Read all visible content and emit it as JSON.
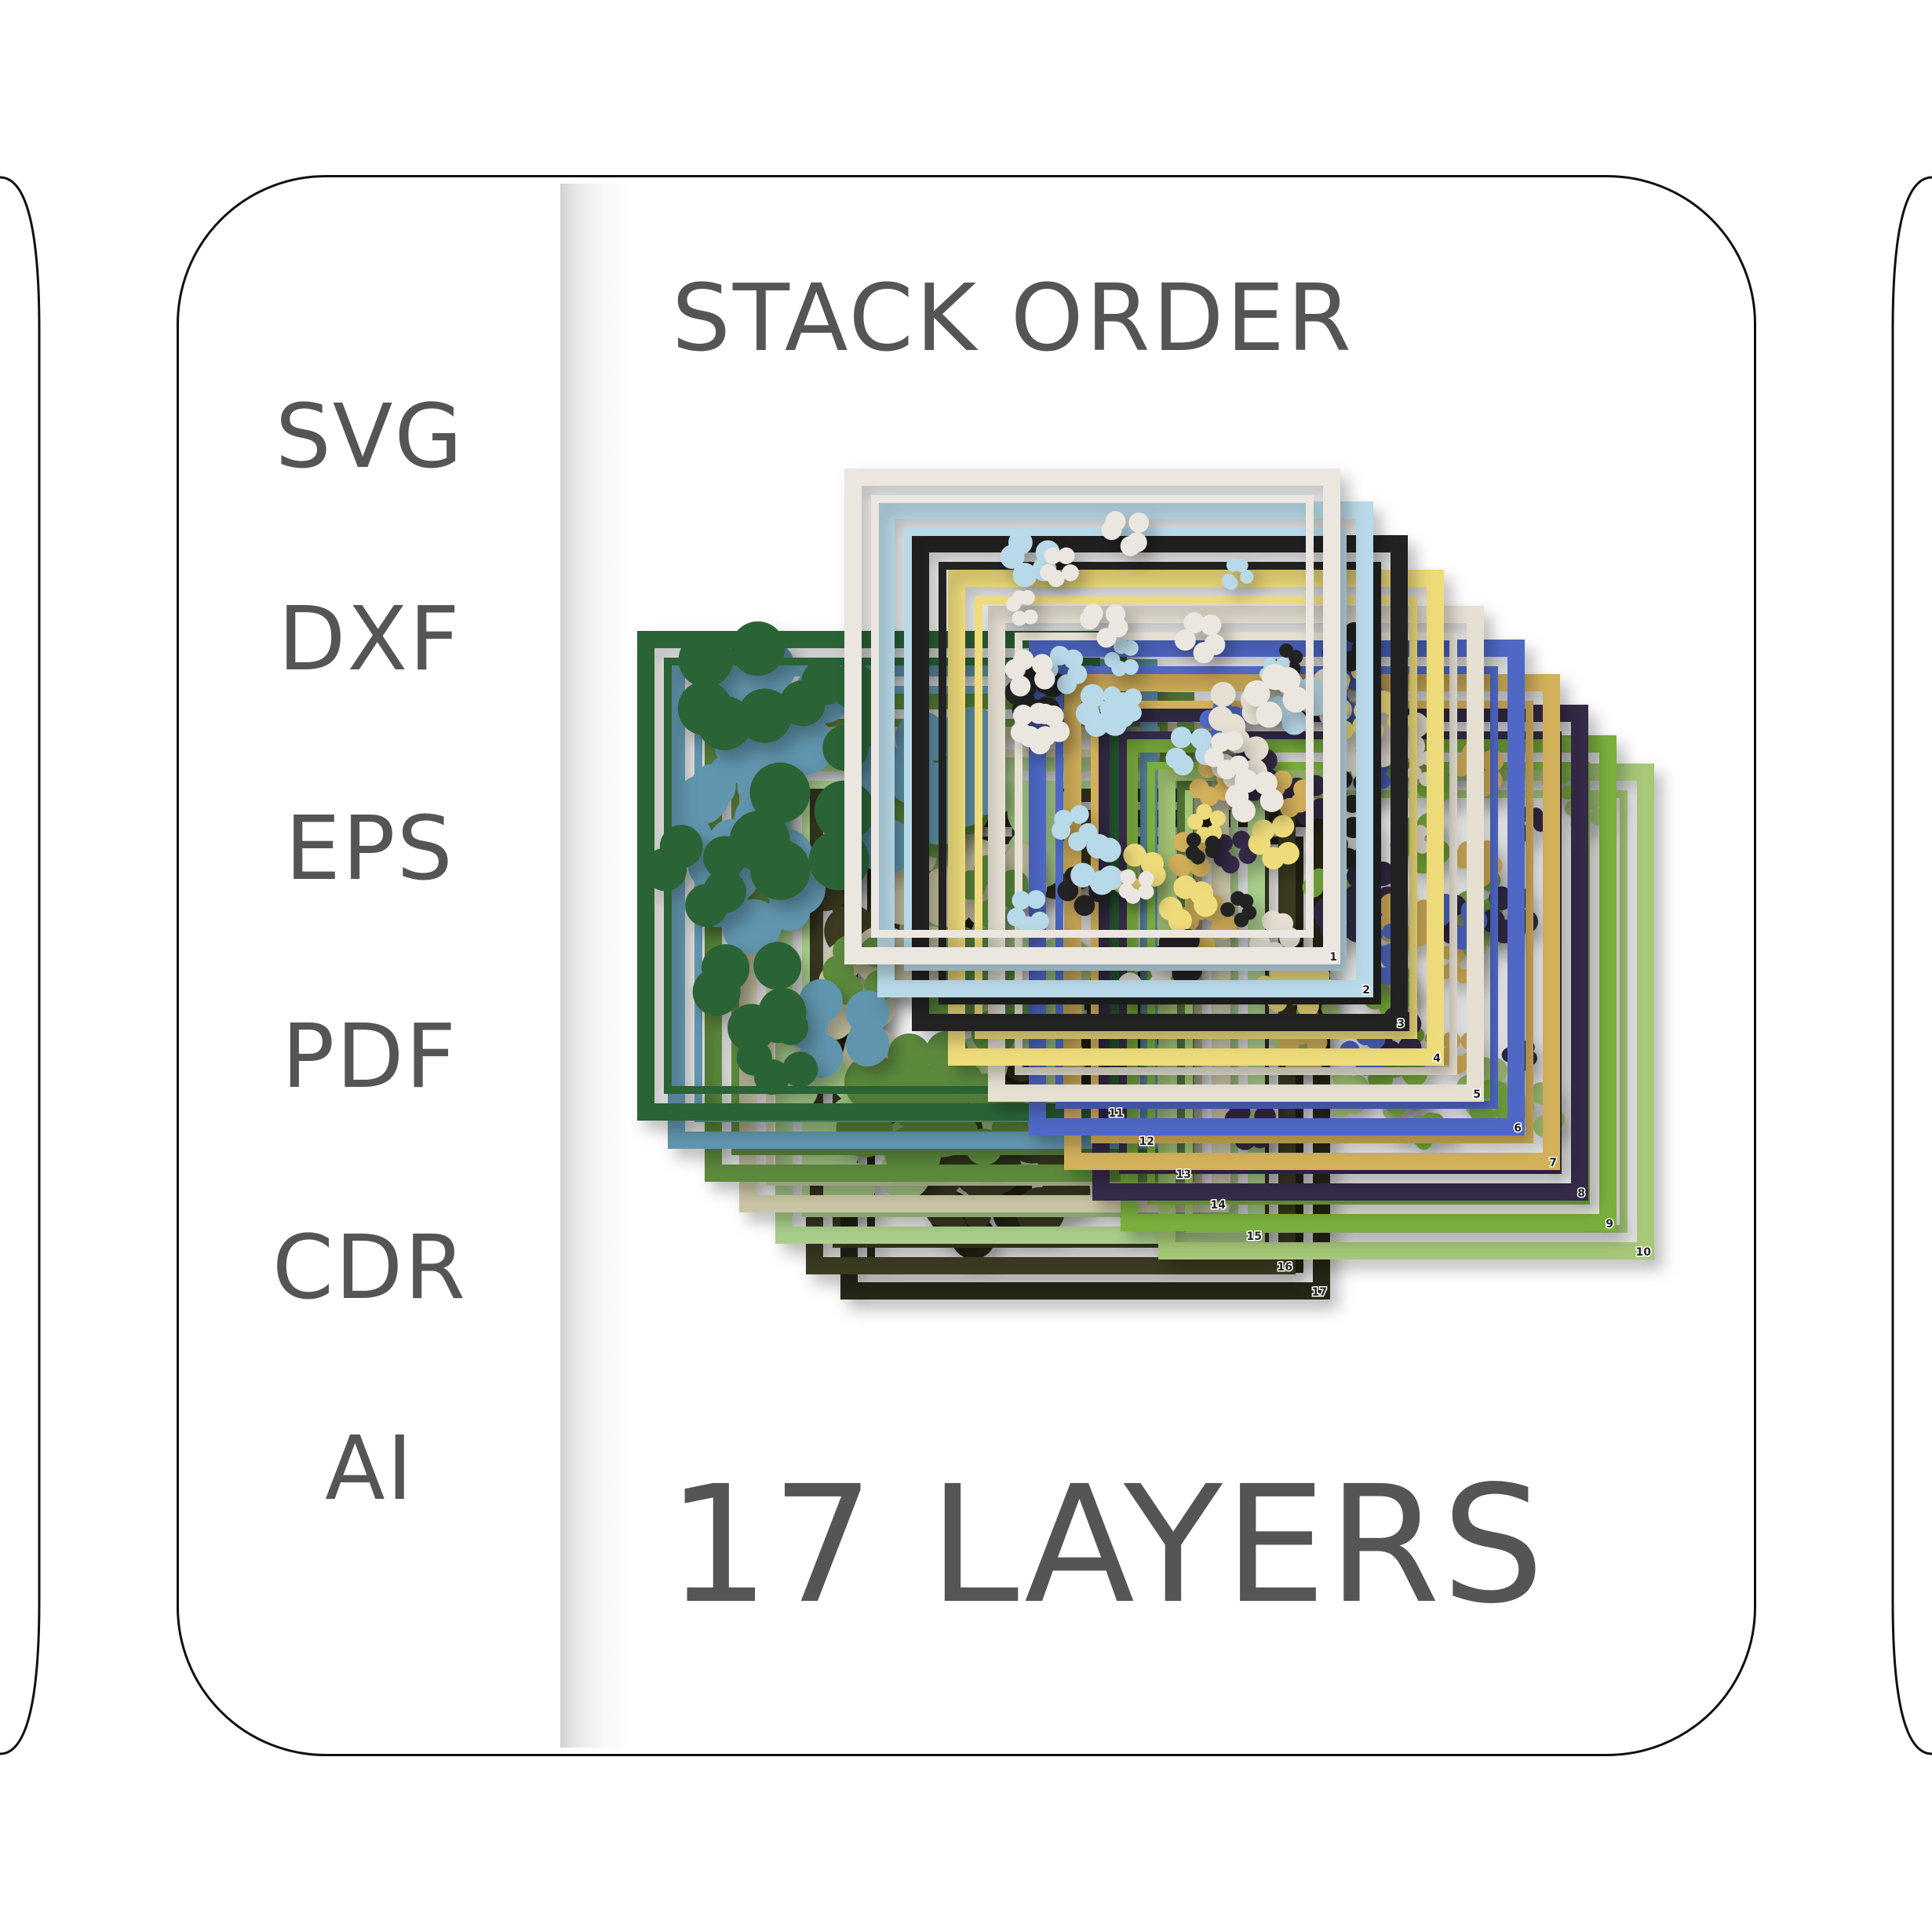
{
  "formats": [
    "SVG",
    "DXF",
    "EPS",
    "PDF",
    "CDR",
    "AI"
  ],
  "title": "STACK ORDER",
  "layers_label": "17 LAYERS",
  "layer_count": 17,
  "layers": [
    {
      "number": "1",
      "color": "#ebe6df"
    },
    {
      "number": "2",
      "color": "#b8d9e8"
    },
    {
      "number": "3",
      "color": "#222222"
    },
    {
      "number": "4",
      "color": "#eedb7a"
    },
    {
      "number": "5",
      "color": "#e6e0d3"
    },
    {
      "number": "6",
      "color": "#4f68c6"
    },
    {
      "number": "7",
      "color": "#d3b05a"
    },
    {
      "number": "8",
      "color": "#342c46"
    },
    {
      "number": "9",
      "color": "#7aaf3e"
    },
    {
      "number": "10",
      "color": "#a7c877"
    },
    {
      "number": "11",
      "color": "#2c6436"
    },
    {
      "number": "12",
      "color": "#6095ad"
    },
    {
      "number": "13",
      "color": "#5c8a3e"
    },
    {
      "number": "14",
      "color": "#c9c5a4"
    },
    {
      "number": "15",
      "color": "#aacf8b"
    },
    {
      "number": "16",
      "color": "#3a3a20"
    },
    {
      "number": "17",
      "color": "#272618"
    }
  ],
  "flower_colors": [
    "#b8d9e8",
    "#222222",
    "#eedb7a",
    "#4f68c6",
    "#e6e0d3",
    "#d3b05a",
    "#2c6436",
    "#7aaf3e"
  ]
}
